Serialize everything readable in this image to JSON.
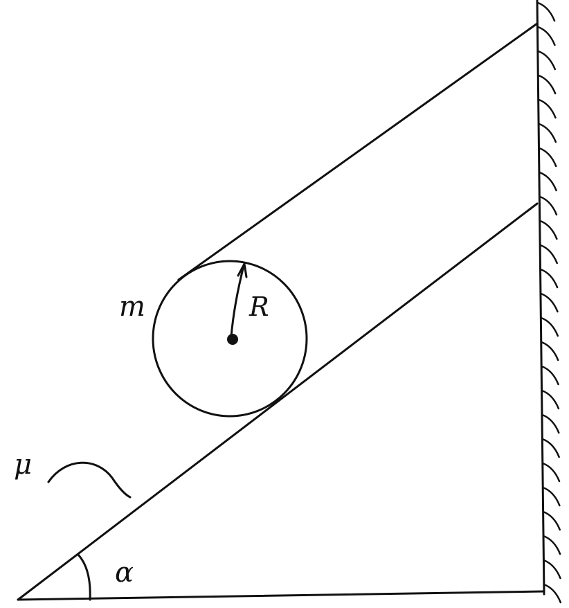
{
  "diagram": {
    "ink_color": "#111111",
    "background_color": "#ffffff",
    "labels": {
      "mass": "m",
      "radius": "R",
      "friction": "μ",
      "angle": "α"
    }
  }
}
